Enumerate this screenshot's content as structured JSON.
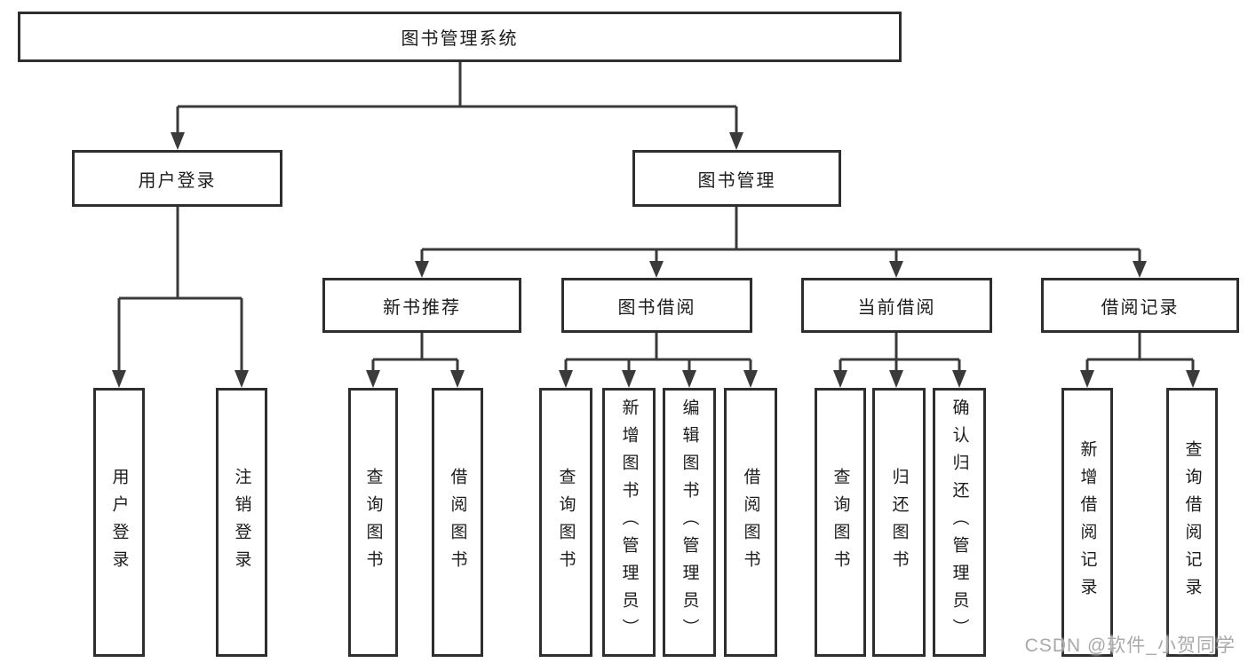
{
  "tree": {
    "root": {
      "label": "图书管理系统"
    },
    "branches": [
      {
        "label": "用户登录",
        "children": [
          {
            "label": "用户登录"
          },
          {
            "label": "注销登录"
          }
        ]
      },
      {
        "label": "图书管理",
        "children": [
          {
            "label": "新书推荐",
            "children": [
              {
                "label": "查询图书"
              },
              {
                "label": "借阅图书"
              }
            ]
          },
          {
            "label": "图书借阅",
            "children": [
              {
                "label": "查询图书"
              },
              {
                "label": "新增图书（管理员）"
              },
              {
                "label": "编辑图书（管理员）"
              },
              {
                "label": "借阅图书"
              }
            ]
          },
          {
            "label": "当前借阅",
            "children": [
              {
                "label": "查询图书"
              },
              {
                "label": "归还图书"
              },
              {
                "label": "确认归还（管理员）"
              }
            ]
          },
          {
            "label": "借阅记录",
            "children": [
              {
                "label": "新增借阅记录"
              },
              {
                "label": "查询借阅记录"
              }
            ]
          }
        ]
      }
    ]
  },
  "watermark": "CSDN @软件_小贺同学",
  "colors": {
    "line": "#3a3a3a",
    "box_border": "#2e2e2e",
    "text": "#1c1c1c",
    "watermark": "#a9a9a9",
    "background": "#ffffff"
  }
}
